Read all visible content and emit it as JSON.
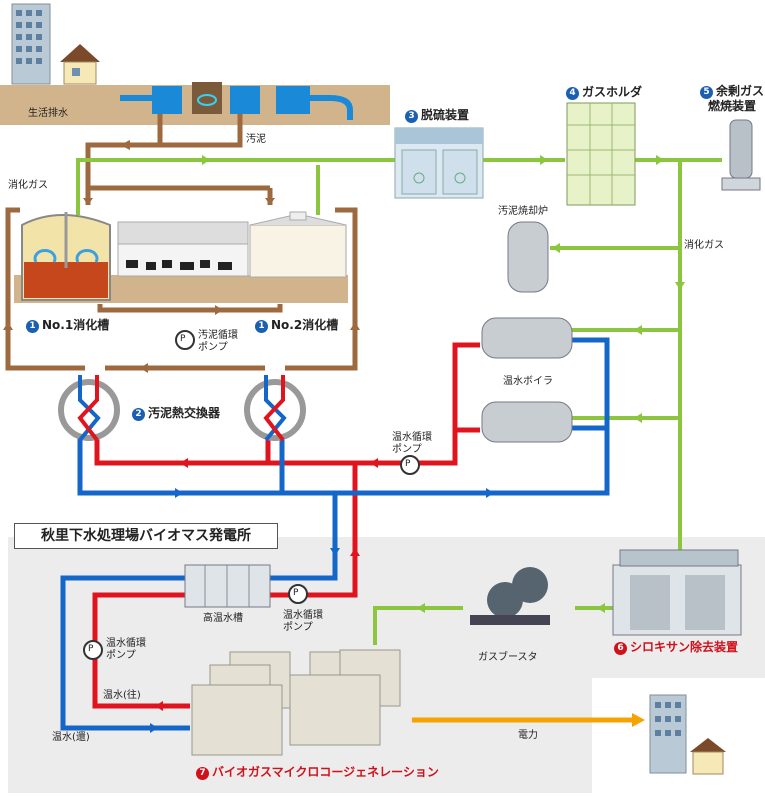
{
  "labels": {
    "domestic_wastewater": "生活排水",
    "sludge": "汚泥",
    "digestion_gas_left": "消化ガス",
    "digestion_gas_right": "消化ガス",
    "desulfurizer": {
      "num": "3",
      "text": "脱硫装置"
    },
    "gas_holder": {
      "num": "4",
      "text": "ガスホルダ"
    },
    "surplus_gas_burner": {
      "num": "5",
      "text": "余剰ガス\n燃焼装置"
    },
    "sludge_incinerator": "汚泥焼却炉",
    "digester_1": {
      "num": "1",
      "text": "No.1消化槽"
    },
    "digester_2": {
      "num": "1",
      "text": "No.2消化槽"
    },
    "sludge_circulation_pump": "汚泥循環\nポンプ",
    "sludge_heat_exchanger": {
      "num": "2",
      "text": "汚泥熱交換器"
    },
    "hot_water_boiler": "温水ボイラ",
    "hot_water_pump_upper": "温水循環\nポンプ",
    "plant_title": "秋里下水処理場バイオマス発電所",
    "hot_tank": "高温水槽",
    "hot_water_pump_mid": "温水循環\nポンプ",
    "hot_water_pump_left": "温水循環\nポンプ",
    "gas_booster": "ガスブースタ",
    "siloxane_removal": {
      "num": "6",
      "text": "シロキサン除去装置"
    },
    "hot_water_out": "温水(往)",
    "hot_water_return": "温水(還)",
    "power": "電力",
    "micro_cogeneration": {
      "num": "7",
      "text": "バイオガスマイクロコージェネレーション"
    },
    "pump_symbol": "P"
  },
  "colors": {
    "sludge": "#9c6a3e",
    "gas": "#8cc63f",
    "hot": "#e0141e",
    "cold": "#1466c8",
    "power": "#f5a300",
    "ground": "#d2b48c",
    "panel": "#ececec"
  }
}
